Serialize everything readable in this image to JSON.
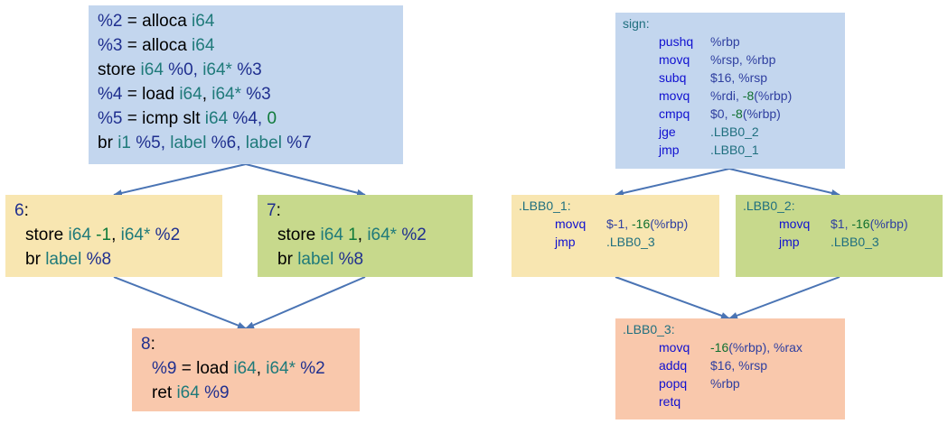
{
  "colors": {
    "blue": "#c3d6ee",
    "yellow": "#f8e6b1",
    "green": "#c7d98c",
    "orange": "#f9c8ac",
    "edge": "#4a74b4"
  },
  "ir": {
    "entry": {
      "lines": [
        [
          {
            "t": "%2",
            "c": "reg"
          },
          {
            "t": " = alloca ",
            "c": "kw"
          },
          {
            "t": "i64",
            "c": "type"
          }
        ],
        [
          {
            "t": "%3",
            "c": "reg"
          },
          {
            "t": " = alloca ",
            "c": "kw"
          },
          {
            "t": "i64",
            "c": "type"
          }
        ],
        [
          {
            "t": "store ",
            "c": "kw"
          },
          {
            "t": "i64",
            "c": "type"
          },
          {
            "t": " %0, ",
            "c": "reg"
          },
          {
            "t": "i64*",
            "c": "type"
          },
          {
            "t": " %3",
            "c": "reg"
          }
        ],
        [
          {
            "t": "%4",
            "c": "reg"
          },
          {
            "t": " = load ",
            "c": "kw"
          },
          {
            "t": "i64",
            "c": "type"
          },
          {
            "t": ", ",
            "c": "kw"
          },
          {
            "t": "i64*",
            "c": "type"
          },
          {
            "t": " %3",
            "c": "reg"
          }
        ],
        [
          {
            "t": "%5",
            "c": "reg"
          },
          {
            "t": " = icmp slt ",
            "c": "kw"
          },
          {
            "t": "i64",
            "c": "type"
          },
          {
            "t": " %4, ",
            "c": "reg"
          },
          {
            "t": "0",
            "c": "num"
          }
        ],
        [
          {
            "t": "br ",
            "c": "kw"
          },
          {
            "t": "i1",
            "c": "type"
          },
          {
            "t": " %5, ",
            "c": "reg"
          },
          {
            "t": "label",
            "c": "label"
          },
          {
            "t": " %6, ",
            "c": "reg"
          },
          {
            "t": "label",
            "c": "label"
          },
          {
            "t": " %7",
            "c": "reg"
          }
        ]
      ]
    },
    "block6": {
      "label": "6",
      "lines": [
        [
          {
            "t": "store ",
            "c": "kw"
          },
          {
            "t": "i64",
            "c": "type"
          },
          {
            "t": " -1",
            "c": "num"
          },
          {
            "t": ", ",
            "c": "kw"
          },
          {
            "t": "i64*",
            "c": "type"
          },
          {
            "t": " %2",
            "c": "reg"
          }
        ],
        [
          {
            "t": "br ",
            "c": "kw"
          },
          {
            "t": "label",
            "c": "label"
          },
          {
            "t": " %8",
            "c": "reg"
          }
        ]
      ]
    },
    "block7": {
      "label": "7",
      "lines": [
        [
          {
            "t": "store ",
            "c": "kw"
          },
          {
            "t": "i64",
            "c": "type"
          },
          {
            "t": " 1",
            "c": "num"
          },
          {
            "t": ", ",
            "c": "kw"
          },
          {
            "t": "i64*",
            "c": "type"
          },
          {
            "t": " %2",
            "c": "reg"
          }
        ],
        [
          {
            "t": "br ",
            "c": "kw"
          },
          {
            "t": "label",
            "c": "label"
          },
          {
            "t": " %8",
            "c": "reg"
          }
        ]
      ]
    },
    "block8": {
      "label": "8",
      "lines": [
        [
          {
            "t": "%9",
            "c": "reg"
          },
          {
            "t": " = load ",
            "c": "kw"
          },
          {
            "t": "i64",
            "c": "type"
          },
          {
            "t": ", ",
            "c": "kw"
          },
          {
            "t": "i64*",
            "c": "type"
          },
          {
            "t": " %2",
            "c": "reg"
          }
        ],
        [
          {
            "t": "ret ",
            "c": "kw"
          },
          {
            "t": "i64",
            "c": "type"
          },
          {
            "t": " %9",
            "c": "reg"
          }
        ]
      ]
    }
  },
  "asm": {
    "sign": {
      "label": "sign",
      "lines": [
        {
          "op": "pushq",
          "args": [
            {
              "t": "%rbp",
              "c": "areg"
            }
          ]
        },
        {
          "op": "movq",
          "args": [
            {
              "t": "%rsp, %rbp",
              "c": "areg"
            }
          ]
        },
        {
          "op": "subq",
          "args": [
            {
              "t": "$16, %rsp",
              "c": "areg"
            }
          ]
        },
        {
          "op": "movq",
          "args": [
            {
              "t": "%rdi, ",
              "c": "areg"
            },
            {
              "t": "-8",
              "c": "anum"
            },
            {
              "t": "(%rbp)",
              "c": "areg"
            }
          ]
        },
        {
          "op": "cmpq",
          "args": [
            {
              "t": "$0, ",
              "c": "areg"
            },
            {
              "t": "-8",
              "c": "anum"
            },
            {
              "t": "(%rbp)",
              "c": "areg"
            }
          ]
        },
        {
          "op": "jge",
          "args": [
            {
              "t": ".LBB0_2",
              "c": "alabel"
            }
          ]
        },
        {
          "op": "jmp",
          "args": [
            {
              "t": ".LBB0_1",
              "c": "alabel"
            }
          ]
        }
      ]
    },
    "lbb1": {
      "label": ".LBB0_1",
      "lines": [
        {
          "op": "movq",
          "args": [
            {
              "t": "$-1, ",
              "c": "areg"
            },
            {
              "t": "-16",
              "c": "anum"
            },
            {
              "t": "(%rbp)",
              "c": "areg"
            }
          ]
        },
        {
          "op": "jmp",
          "args": [
            {
              "t": ".LBB0_3",
              "c": "alabel"
            }
          ]
        }
      ]
    },
    "lbb2": {
      "label": ".LBB0_2",
      "lines": [
        {
          "op": "movq",
          "args": [
            {
              "t": "$1, ",
              "c": "areg"
            },
            {
              "t": "-16",
              "c": "anum"
            },
            {
              "t": "(%rbp)",
              "c": "areg"
            }
          ]
        },
        {
          "op": "jmp",
          "args": [
            {
              "t": ".LBB0_3",
              "c": "alabel"
            }
          ]
        }
      ]
    },
    "lbb3": {
      "label": ".LBB0_3",
      "lines": [
        {
          "op": "movq",
          "args": [
            {
              "t": "-16",
              "c": "anum"
            },
            {
              "t": "(%rbp), %rax",
              "c": "areg"
            }
          ]
        },
        {
          "op": "addq",
          "args": [
            {
              "t": "$16, %rsp",
              "c": "areg"
            }
          ]
        },
        {
          "op": "popq",
          "args": [
            {
              "t": "%rbp",
              "c": "areg"
            }
          ]
        },
        {
          "op": "retq",
          "args": []
        }
      ]
    }
  }
}
